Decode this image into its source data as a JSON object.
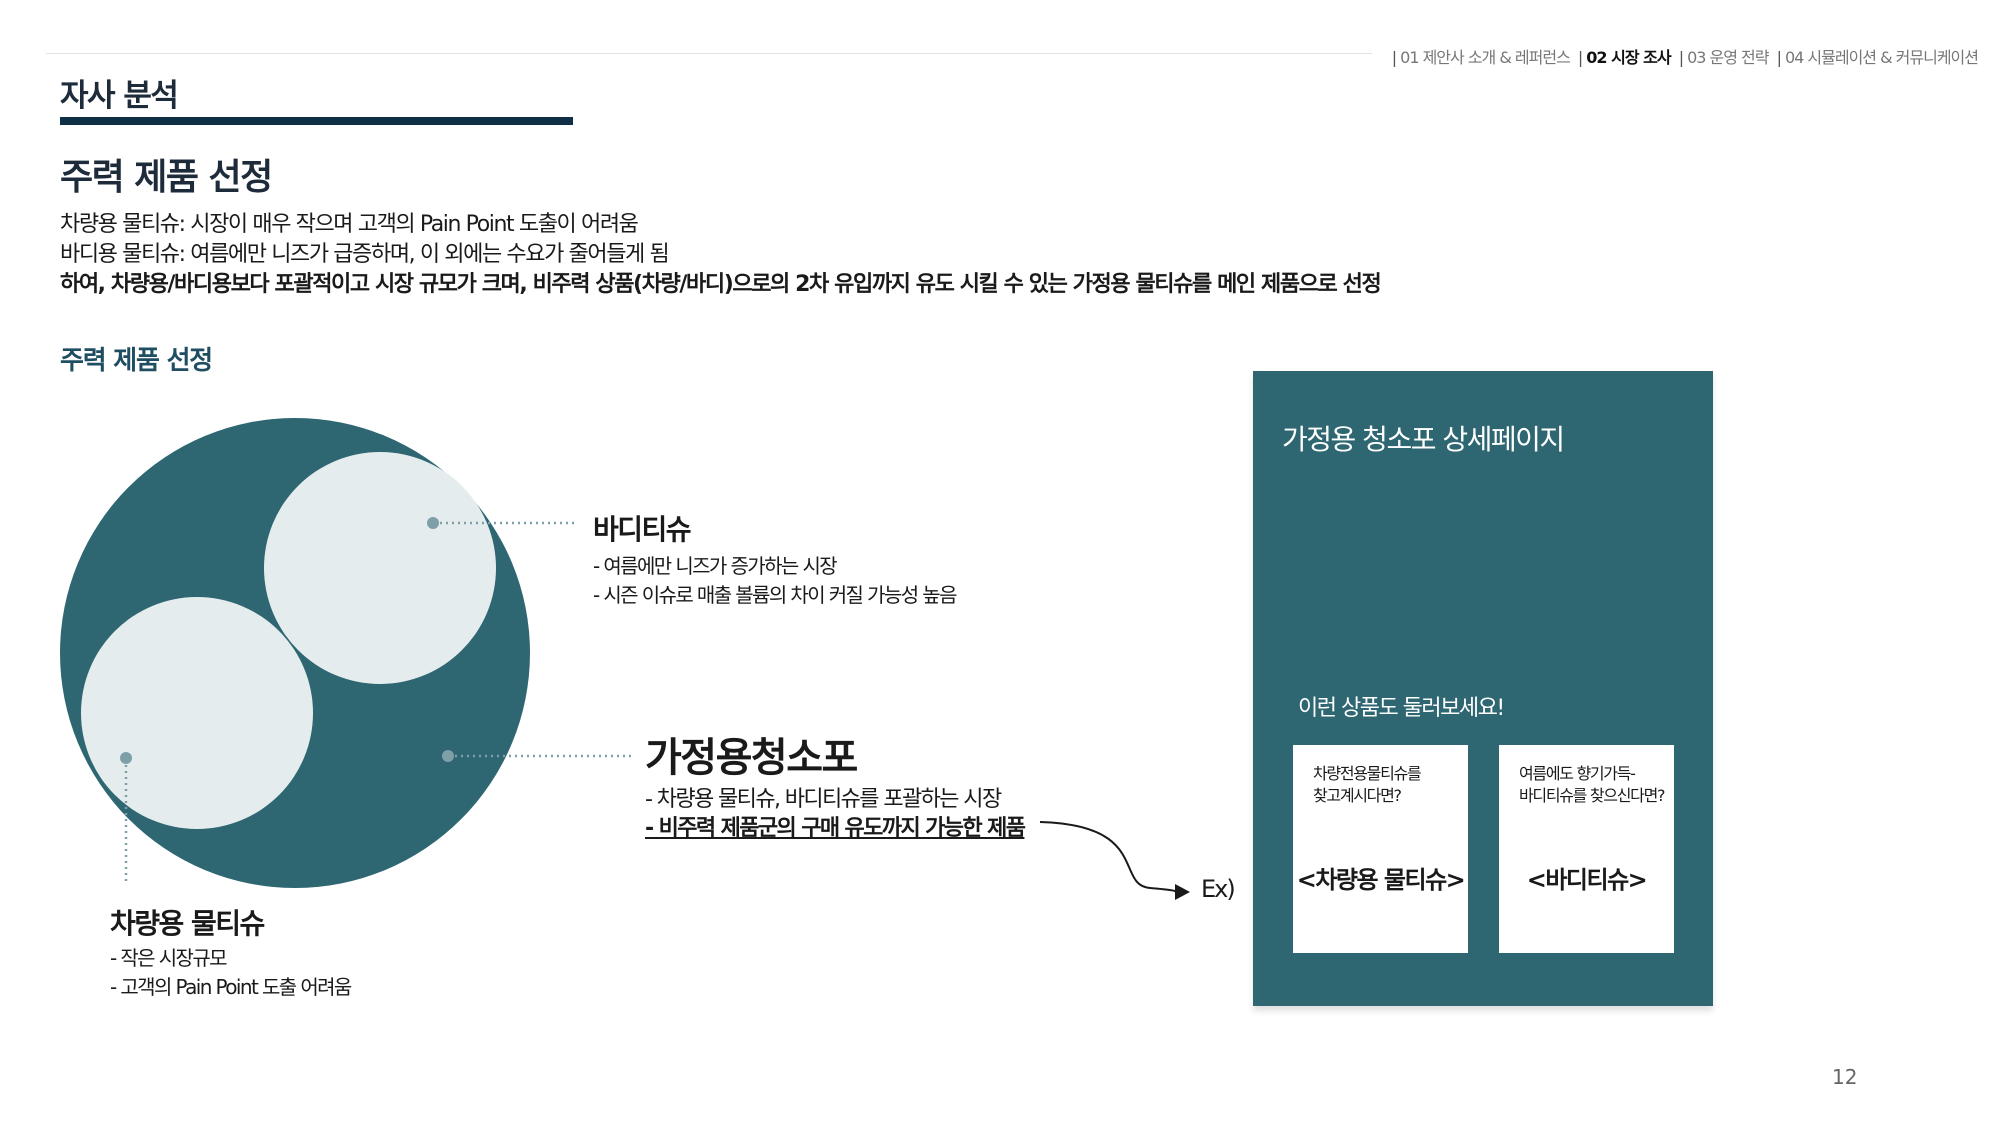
{
  "nav": {
    "items": [
      {
        "label": "01 제안사 소개 & 레퍼런스",
        "active": false
      },
      {
        "label": "02 시장 조사",
        "active": true
      },
      {
        "label": "03 운영 전략",
        "active": false
      },
      {
        "label": "04 시뮬레이션 & 커뮤니케이션",
        "active": false
      }
    ],
    "separator": "|"
  },
  "section_title": "자사 분석",
  "page_heading": "주력 제품 선정",
  "intro": {
    "line1": "차량용 물티슈: 시장이 매우 작으며 고객의 Pain Point 도출이 어려움",
    "line2": "바디용 물티슈: 여름에만 니즈가 급증하며, 이 외에는 수요가 줄어들게 됨",
    "line3": "하여, 차량용/바디용보다 포괄적이고 시장 규모가 크며, 비주력 상품(차량/바디)으로의 2차 유입까지 유도 시킬 수 있는 가정용 물티슈를 메인 제품으로 선정"
  },
  "sub_heading": "주력 제품 선정",
  "diagram": {
    "body": {
      "title": "바디티슈",
      "desc1": "- 여름에만 니즈가 증가하는 시장",
      "desc2": "- 시즌 이슈로 매출 볼륨의 차이 커질 가능성 높음"
    },
    "home": {
      "title": "가정용청소포",
      "desc1": "- 차량용 물티슈, 바디티슈를 포괄하는 시장",
      "desc2": "- 비주력 제품군의 구매 유도까지 가능한 제품"
    },
    "car": {
      "title": "차량용 물티슈",
      "desc1": "- 작은 시장규모",
      "desc2": "- 고객의 Pain Point 도출 어려움"
    },
    "ex_label": "Ex)"
  },
  "panel": {
    "title": "가정용 청소포 상세페이지",
    "subtitle": "이런 상품도 둘러보세요!",
    "cards": [
      {
        "text": "차량전용물티슈를\n찾고계시다면?",
        "name": "<차량용 물티슈>"
      },
      {
        "text": "여름에도 향기가득-\n바디티슈를 찾으신다면?",
        "name": "<바디티슈>"
      }
    ]
  },
  "page_number": "12",
  "colors": {
    "teal": "#2e6772",
    "navy_bar": "#0e2f45",
    "circle_light": "#e5ecee",
    "dot": "#7f9fa8"
  }
}
